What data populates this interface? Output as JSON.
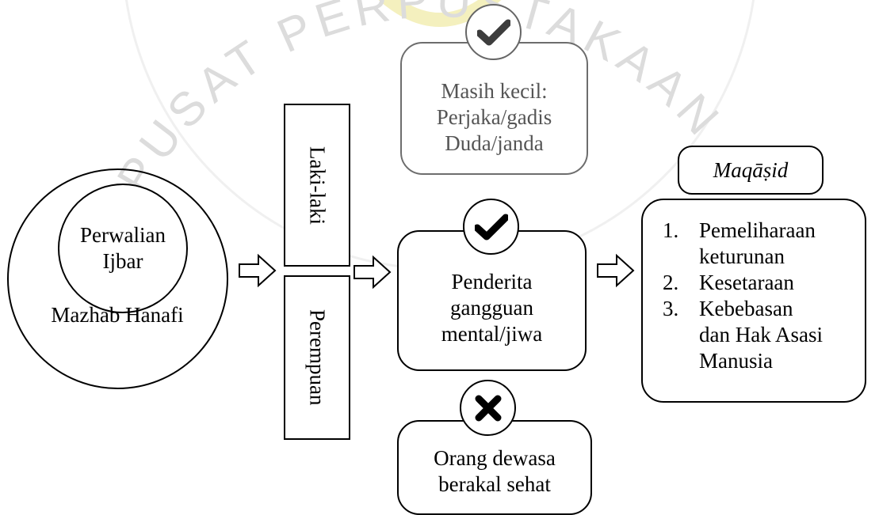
{
  "watermark": {
    "text": "PUSAT PERPUSTAKAAN",
    "colors": {
      "text": "#d9d9d9",
      "logo": "#e6e07a"
    }
  },
  "left_circle": {
    "inner_lines": [
      "Perwalian",
      "Ijbar"
    ],
    "outer_label": "Mazhab Hanafi"
  },
  "gender": {
    "top_label": "Laki-laki",
    "bottom_label": "Perempuan"
  },
  "conditions": [
    {
      "id": "masih-kecil",
      "icon": "check-icon",
      "lines": [
        "Masih kecil:",
        "Perjaka/gadis",
        "Duda/janda"
      ],
      "faded": true
    },
    {
      "id": "penderita",
      "icon": "check-icon",
      "lines": [
        "Penderita",
        "gangguan",
        "mental/jiwa"
      ],
      "faded": false
    },
    {
      "id": "orang-dewasa",
      "icon": "cross-icon",
      "lines": [
        "Orang dewasa",
        "berakal sehat"
      ],
      "faded": false
    }
  ],
  "maqasid": {
    "title": "Maqāṣid",
    "items": [
      {
        "num": "1.",
        "lines": [
          "Pemeliharaan",
          "keturunan"
        ]
      },
      {
        "num": "2.",
        "lines": [
          "Kesetaraan"
        ]
      },
      {
        "num": "3.",
        "lines": [
          "Kebebasan",
          "dan Hak Asasi",
          "Manusia"
        ]
      }
    ]
  },
  "colors": {
    "stroke": "#000000",
    "faded_stroke": "#6d6d6d",
    "icon_fill": "#000000"
  }
}
